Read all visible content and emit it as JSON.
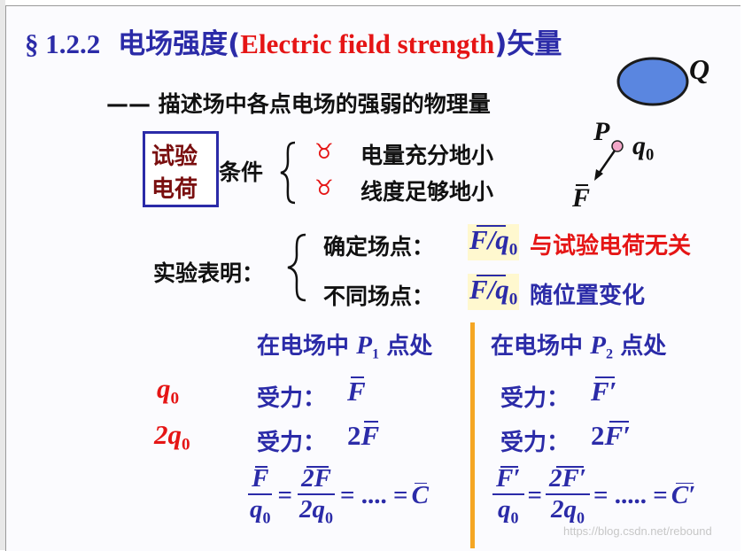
{
  "title": {
    "section": "§ 1.2.2",
    "zh": "电场强度",
    "paren_open": "(",
    "en": "Electric field strength",
    "paren_close": ")",
    "suffix": "矢量"
  },
  "subtitle": "—— 描述场中各点电场的强弱的物理量",
  "figure": {
    "Q": "Q",
    "P": "P",
    "q0": "q",
    "q0_sub": "0",
    "F": "F"
  },
  "test_charge": {
    "box_line1": "试验",
    "box_line2": "电荷",
    "label": "条件",
    "bullet": "♉",
    "conditions": [
      "电量充分地小",
      "线度足够地小"
    ]
  },
  "experiment": {
    "label": "实验表明：",
    "rows": [
      {
        "label": "确定场点：",
        "expr": "F/q",
        "expr_sub": "0",
        "result": "与试验电荷无关"
      },
      {
        "label": "不同场点：",
        "expr": "F/q",
        "expr_sub": "0",
        "result": "随位置变化"
      }
    ]
  },
  "table": {
    "col1_header": "在电场中",
    "col1_point": "P",
    "col1_point_sub": "1",
    "col1_suffix": "点处",
    "col2_header": "在电场中",
    "col2_point": "P",
    "col2_point_sub": "2",
    "col2_suffix": "点处",
    "row1_charge": "q",
    "row1_charge_sub": "0",
    "row2_charge": "2q",
    "row2_charge_sub": "0",
    "force_label": "受力：",
    "col1_row1_force": "F",
    "col1_row2_coef": "2",
    "col1_row2_force": "F",
    "col2_row1_force": "F′",
    "col2_row2_coef": "2",
    "col2_row2_force": "F′",
    "eq1": {
      "num1": "F",
      "den1": "q",
      "den1_sub": "0",
      "num2": "2F",
      "den2": "2q",
      "den2_sub": "0",
      "dots": "= .... =",
      "const": "C"
    },
    "eq2": {
      "num1": "F′",
      "den1": "q",
      "den1_sub": "0",
      "num2": "2F′",
      "den2": "2q",
      "den2_sub": "0",
      "dots": "= ..... =",
      "const": "C′"
    }
  },
  "watermark": "https://blog.csdn.net/rebound",
  "colors": {
    "blue": "#2b2ba8",
    "red": "#e51515",
    "divider": "#f5a623",
    "box": "#2b2ba8",
    "ellipse": "#5a86e0"
  }
}
